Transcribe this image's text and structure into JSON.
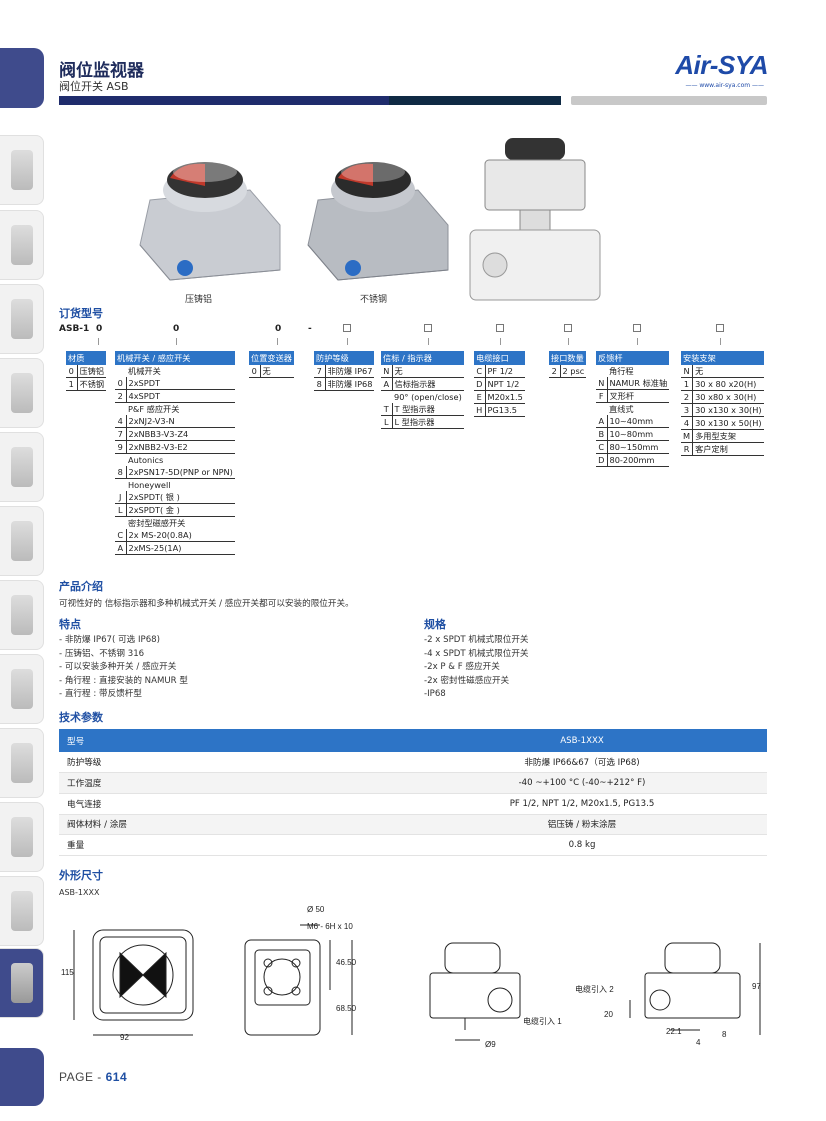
{
  "header": {
    "title": "阀位监视器",
    "subtitle": "阀位开关 ASB",
    "logo": "Air-SYA",
    "logo_url": "—— www.air-sya.com ——"
  },
  "photos": {
    "caption_alu": "压铸铝",
    "caption_ss": "不锈钢"
  },
  "order": {
    "title": "订货型号",
    "code_prefix": "ASB-1",
    "code_parts": [
      "0",
      "0",
      "0",
      "-"
    ],
    "columns": [
      {
        "header": "材质",
        "rows": [
          [
            "0",
            "压铸铝"
          ],
          [
            "1",
            "不锈钢"
          ]
        ]
      },
      {
        "header": "机械开关 / 感应开关",
        "rows": [
          [
            "",
            "机械开关"
          ],
          [
            "0",
            "2xSPDT"
          ],
          [
            "2",
            "4xSPDT"
          ],
          [
            "",
            "P&F 感应开关"
          ],
          [
            "4",
            "2xNJ2-V3-N"
          ],
          [
            "7",
            "2xNBB3-V3-Z4"
          ],
          [
            "9",
            "2xNBB2-V3-E2"
          ],
          [
            "",
            "Autonics"
          ],
          [
            "8",
            "2xPSN17-5D(PNP or NPN)"
          ],
          [
            "",
            "Honeywell"
          ],
          [
            "J",
            "2xSPDT( 银 )"
          ],
          [
            "L",
            "2xSPDT( 金 )"
          ],
          [
            "",
            "密封型磁感开关"
          ],
          [
            "C",
            "2x MS-20(0.8A)"
          ],
          [
            "A",
            "2xMS-25(1A)"
          ]
        ]
      },
      {
        "header": "位置变送器",
        "rows": [
          [
            "0",
            "无"
          ]
        ]
      },
      {
        "header": "防护等级",
        "rows": [
          [
            "7",
            "非防爆 IP67"
          ],
          [
            "8",
            "非防爆 IP68"
          ]
        ]
      },
      {
        "header": "信标 / 指示器",
        "rows": [
          [
            "N",
            "无"
          ],
          [
            "A",
            "信标指示器"
          ],
          [
            "",
            "90° (open/close)"
          ],
          [
            "T",
            "T 型指示器"
          ],
          [
            "L",
            "L 型指示器"
          ]
        ]
      },
      {
        "header": "电缆接口",
        "rows": [
          [
            "C",
            "PF 1/2"
          ],
          [
            "D",
            "NPT 1/2"
          ],
          [
            "E",
            "M20x1.5"
          ],
          [
            "H",
            "PG13.5"
          ]
        ]
      },
      {
        "header": "接口数量",
        "rows": [
          [
            "2",
            "2 psc"
          ]
        ]
      },
      {
        "header": "反馈杆",
        "rows": [
          [
            "",
            "角行程"
          ],
          [
            "N",
            "NAMUR 标准轴"
          ],
          [
            "F",
            "叉形杆"
          ],
          [
            "",
            "直线式"
          ],
          [
            "A",
            "10~40mm"
          ],
          [
            "B",
            "10~80mm"
          ],
          [
            "C",
            "80~150mm"
          ],
          [
            "D",
            "80-200mm"
          ]
        ]
      },
      {
        "header": "安装支架",
        "rows": [
          [
            "N",
            "无"
          ],
          [
            "1",
            "30 x 80 x20(H)"
          ],
          [
            "2",
            "30 x80 x 30(H)"
          ],
          [
            "3",
            "30 x130 x 30(H)"
          ],
          [
            "4",
            "30 x130 x 50(H)"
          ],
          [
            "M",
            "多用型支架"
          ],
          [
            "R",
            "客户定制"
          ]
        ]
      }
    ]
  },
  "intro": {
    "title": "产品介绍",
    "text": "可视性好的 信标指示器和多种机械式开关 / 感应开关都可以安装的限位开关。"
  },
  "features": {
    "title": "特点",
    "items": [
      "- 非防爆 IP67( 可选 IP68)",
      "- 压铸铝、不锈钢 316",
      "- 可以安装多种开关 / 感应开关",
      "- 角行程 : 直接安装的 NAMUR 型",
      "- 直行程 : 带反馈杆型"
    ]
  },
  "specs": {
    "title": "规格",
    "items": [
      "-2 x SPDT 机械式限位开关",
      "-4 x SPDT 机械式限位开关",
      "-2x P & F 感应开关",
      "-2x 密封性磁感应开关",
      "-IP68"
    ]
  },
  "tech": {
    "title": "技术参数",
    "head": [
      "型号",
      "ASB-1XXX"
    ],
    "rows": [
      [
        "防护等级",
        "非防爆 IP66&67（可选 IP68)"
      ],
      [
        "工作温度",
        "-40 ~+100 °C (-40~+212° F)"
      ],
      [
        "电气连接",
        "PF 1/2, NPT 1/2, M20x1.5, PG13.5"
      ],
      [
        "阀体材料 / 涂层",
        "铝压铸 / 粉末涂层"
      ],
      [
        "重量",
        "0.8 kg"
      ]
    ]
  },
  "dimensions": {
    "title": "外形尺寸",
    "model": "ASB-1XXX",
    "labels": {
      "d50": "Ø 50",
      "m6": "M6 - 6H x 10",
      "h115": "115",
      "w92": "92",
      "h4650": "46.50",
      "h6850": "68.50",
      "cable1": "电缆引入 1",
      "cable2": "电缆引入 2",
      "d9": "Ø9",
      "h97": "97",
      "h20": "20",
      "w221": "22.1",
      "w4": "4",
      "w8": "8"
    }
  },
  "page": {
    "prefix": "PAGE - ",
    "number": "614"
  }
}
